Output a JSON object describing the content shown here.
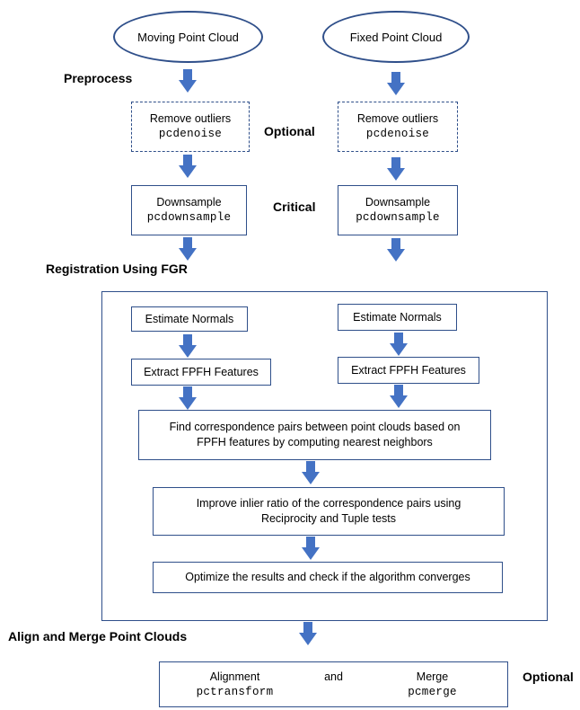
{
  "moving_cloud": "Moving Point Cloud",
  "fixed_cloud": "Fixed Point Cloud",
  "labels": {
    "preprocess": "Preprocess",
    "optional1": "Optional",
    "critical": "Critical",
    "registration": "Registration Using FGR",
    "align_merge": "Align and Merge Point Clouds",
    "optional2": "Optional"
  },
  "preprocess": {
    "remove_outliers": "Remove outliers",
    "pcdenoise": "pcdenoise",
    "downsample": "Downsample",
    "pcdownsample": "pcdownsample"
  },
  "fgr": {
    "estimate_normals": "Estimate Normals",
    "extract_fpfh": "Extract FPFH Features",
    "correspondence_line1": "Find correspondence pairs between point clouds based on",
    "correspondence_line2": "FPFH features by computing nearest neighbors",
    "improve_line1": "Improve inlier ratio of the correspondence pairs using",
    "improve_line2": "Reciprocity and Tuple tests",
    "optimize": "Optimize the results and check if the algorithm converges"
  },
  "final": {
    "alignment": "Alignment",
    "and": "and",
    "merge": "Merge",
    "pctransform": "pctransform",
    "pcmerge": "pcmerge"
  },
  "colors": {
    "arrow": "#4472c4",
    "border": "#2f4f8a"
  }
}
